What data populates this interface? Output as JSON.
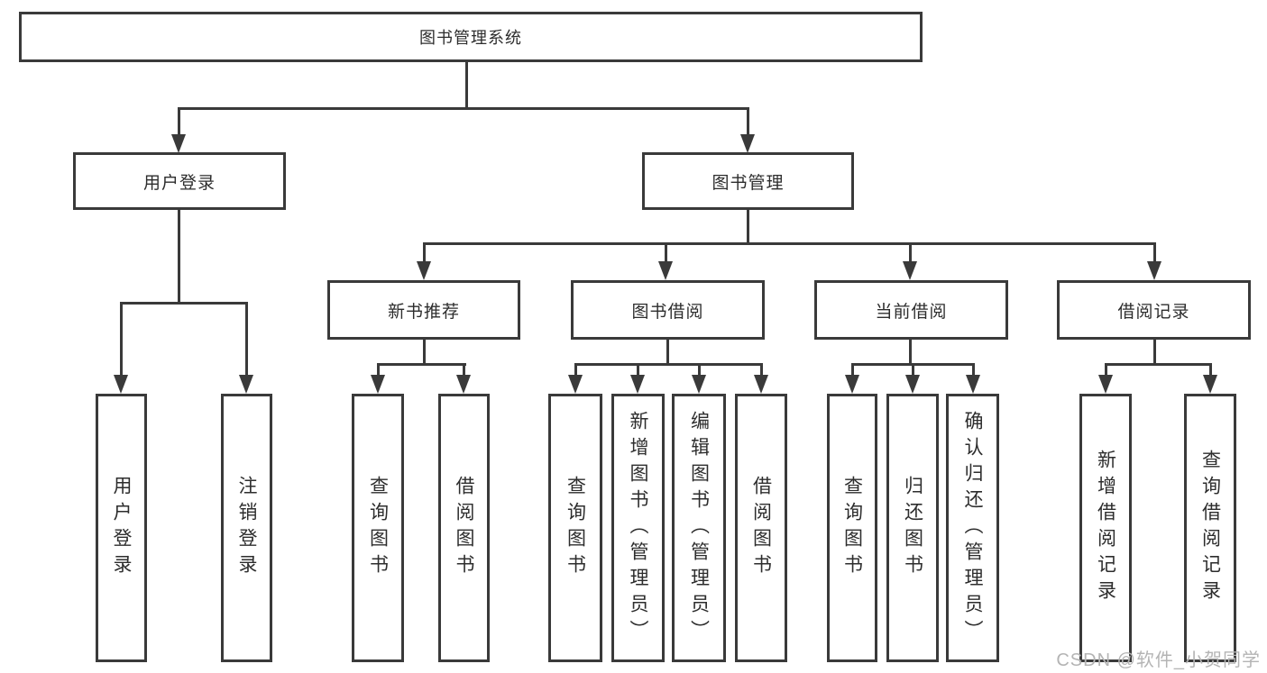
{
  "diagram": {
    "title": "图书管理系统",
    "watermark": "CSDN @软件_小贺同学",
    "colors": {
      "line": "#3a3a3a",
      "text": "#2d2d2d",
      "background": "#ffffff",
      "watermark": "#b4b4b4"
    },
    "nodes": {
      "root": {
        "label": "图书管理系统"
      },
      "userLogin": {
        "label": "用户登录"
      },
      "bookMgmt": {
        "label": "图书管理"
      },
      "newBookRec": {
        "label": "新书推荐"
      },
      "bookBorrow": {
        "label": "图书借阅"
      },
      "currentBorrow": {
        "label": "当前借阅"
      },
      "borrowRecord": {
        "label": "借阅记录"
      },
      "login": {
        "label": "用户登录"
      },
      "logout": {
        "label": "注销登录"
      },
      "nbrQuery": {
        "label": "查询图书"
      },
      "nbrBorrow": {
        "label": "借阅图书"
      },
      "bbQuery": {
        "label": "查询图书"
      },
      "bbAdd": {
        "label": "新增图书（管理员）"
      },
      "bbEdit": {
        "label": "编辑图书（管理员）"
      },
      "bbBorrow": {
        "label": "借阅图书"
      },
      "cbQuery": {
        "label": "查询图书"
      },
      "cbReturn": {
        "label": "归还图书"
      },
      "cbConfirm": {
        "label": "确认归还（管理员）"
      },
      "brAdd": {
        "label": "新增借阅记录"
      },
      "brQuery": {
        "label": "查询借阅记录"
      }
    },
    "hierarchy_note": "root > [userLogin > [login, logout]], [bookMgmt > [newBookRec > [nbrQuery, nbrBorrow], bookBorrow > [bbQuery, bbAdd, bbEdit, bbBorrow], currentBorrow > [cbQuery, cbReturn, cbConfirm], borrowRecord > [brAdd, brQuery]]]"
  }
}
